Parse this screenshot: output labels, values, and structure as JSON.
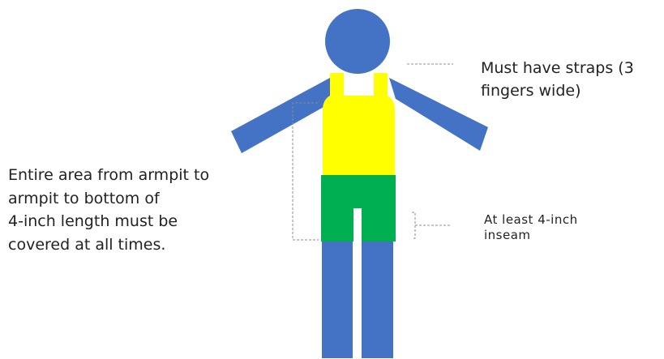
{
  "annotations": {
    "straps": {
      "lines": [
        "Must have straps (3",
        "fingers wide)"
      ]
    },
    "coverage": {
      "lines": [
        "Entire area from armpit to",
        "armpit to bottom of",
        "4-inch length must be",
        "covered at all times."
      ]
    },
    "inseam": {
      "lines": [
        "At least 4-inch",
        "inseam"
      ]
    }
  },
  "colors": {
    "body": "#4472c4",
    "suit_top": "#ffff00",
    "suit_shorts": "#00b050",
    "leader_line": "#8c8c8c",
    "text": "#222222"
  }
}
